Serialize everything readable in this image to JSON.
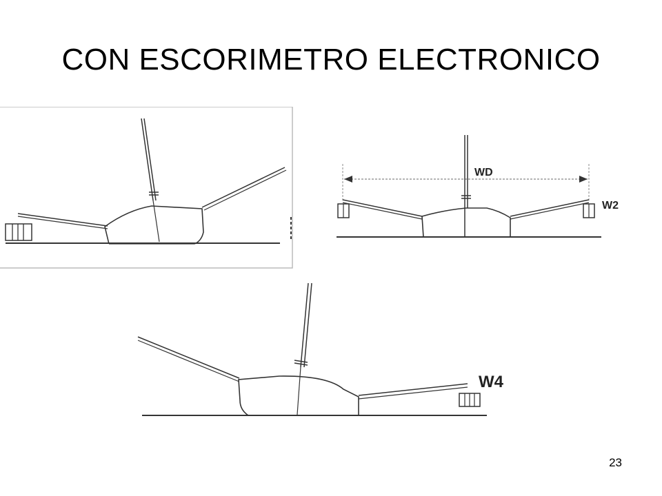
{
  "slide": {
    "title": "CON ESCORIMETRO ELECTRONICO",
    "page_number": "23"
  },
  "figures": {
    "upright": {
      "span_label": "WD",
      "weight_label": "W2"
    },
    "heeled_right": {
      "weight_label": "W4"
    }
  },
  "colors": {
    "line": "#333333",
    "frame": "#bbbbbb",
    "dimension": "#888888"
  }
}
